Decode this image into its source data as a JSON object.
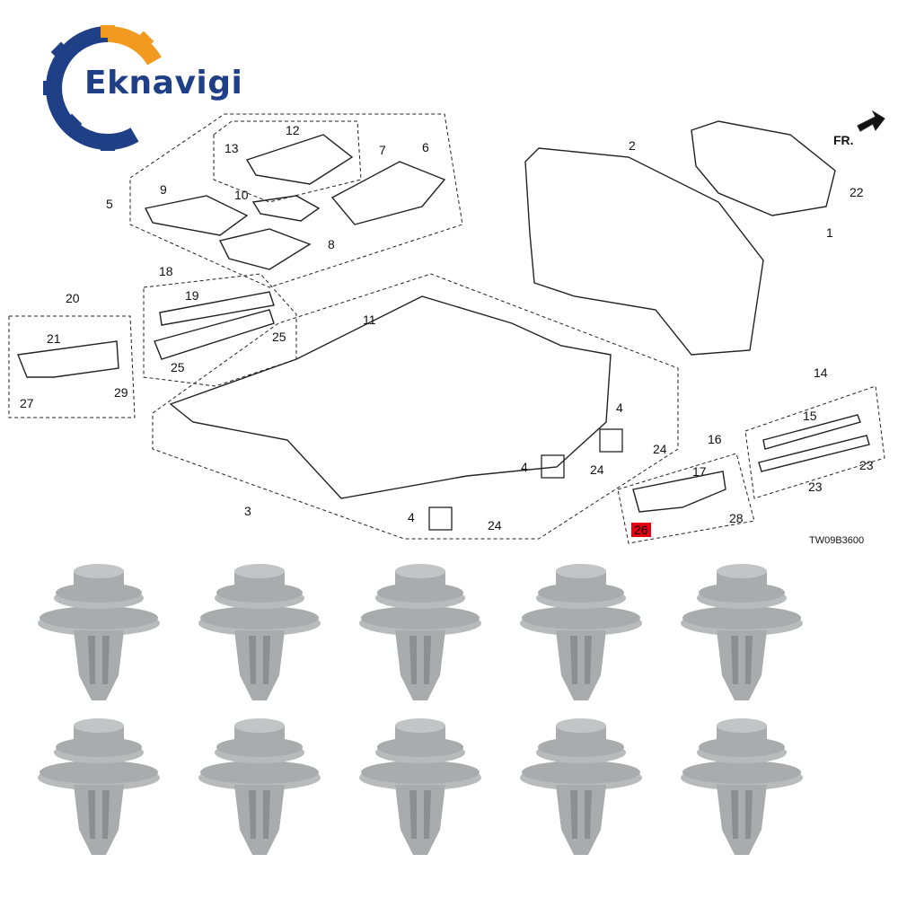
{
  "brand": {
    "name": "Eknavigi",
    "colors": {
      "gear_blue": "#1f3f86",
      "gear_orange": "#f29a1f"
    },
    "icon": "gear-logo-icon"
  },
  "diagram": {
    "code": "TW09B3600",
    "front_marker": "FR.",
    "callouts": [
      {
        "id": "c1",
        "text": "1"
      },
      {
        "id": "c2",
        "text": "2"
      },
      {
        "id": "c3",
        "text": "3"
      },
      {
        "id": "c4a",
        "text": "4"
      },
      {
        "id": "c4b",
        "text": "4"
      },
      {
        "id": "c4c",
        "text": "4"
      },
      {
        "id": "c5",
        "text": "5"
      },
      {
        "id": "c6",
        "text": "6"
      },
      {
        "id": "c7",
        "text": "7"
      },
      {
        "id": "c8",
        "text": "8"
      },
      {
        "id": "c9",
        "text": "9"
      },
      {
        "id": "c10",
        "text": "10"
      },
      {
        "id": "c11",
        "text": "11"
      },
      {
        "id": "c12",
        "text": "12"
      },
      {
        "id": "c13",
        "text": "13"
      },
      {
        "id": "c14",
        "text": "14"
      },
      {
        "id": "c15",
        "text": "15"
      },
      {
        "id": "c16",
        "text": "16"
      },
      {
        "id": "c17",
        "text": "17"
      },
      {
        "id": "c18",
        "text": "18"
      },
      {
        "id": "c19",
        "text": "19"
      },
      {
        "id": "c20",
        "text": "20"
      },
      {
        "id": "c21",
        "text": "21"
      },
      {
        "id": "c22",
        "text": "22"
      },
      {
        "id": "c23a",
        "text": "23"
      },
      {
        "id": "c23b",
        "text": "23"
      },
      {
        "id": "c24a",
        "text": "24"
      },
      {
        "id": "c24b",
        "text": "24"
      },
      {
        "id": "c24c",
        "text": "24"
      },
      {
        "id": "c25a",
        "text": "25"
      },
      {
        "id": "c25b",
        "text": "25"
      },
      {
        "id": "c26",
        "text": "26",
        "highlight": "#e60012"
      },
      {
        "id": "c27",
        "text": "27"
      },
      {
        "id": "c28",
        "text": "28"
      },
      {
        "id": "c29",
        "text": "29"
      }
    ]
  },
  "product": {
    "item": "push-pin-clip",
    "color": "#a9abad",
    "rows": 2,
    "per_row": 5
  }
}
